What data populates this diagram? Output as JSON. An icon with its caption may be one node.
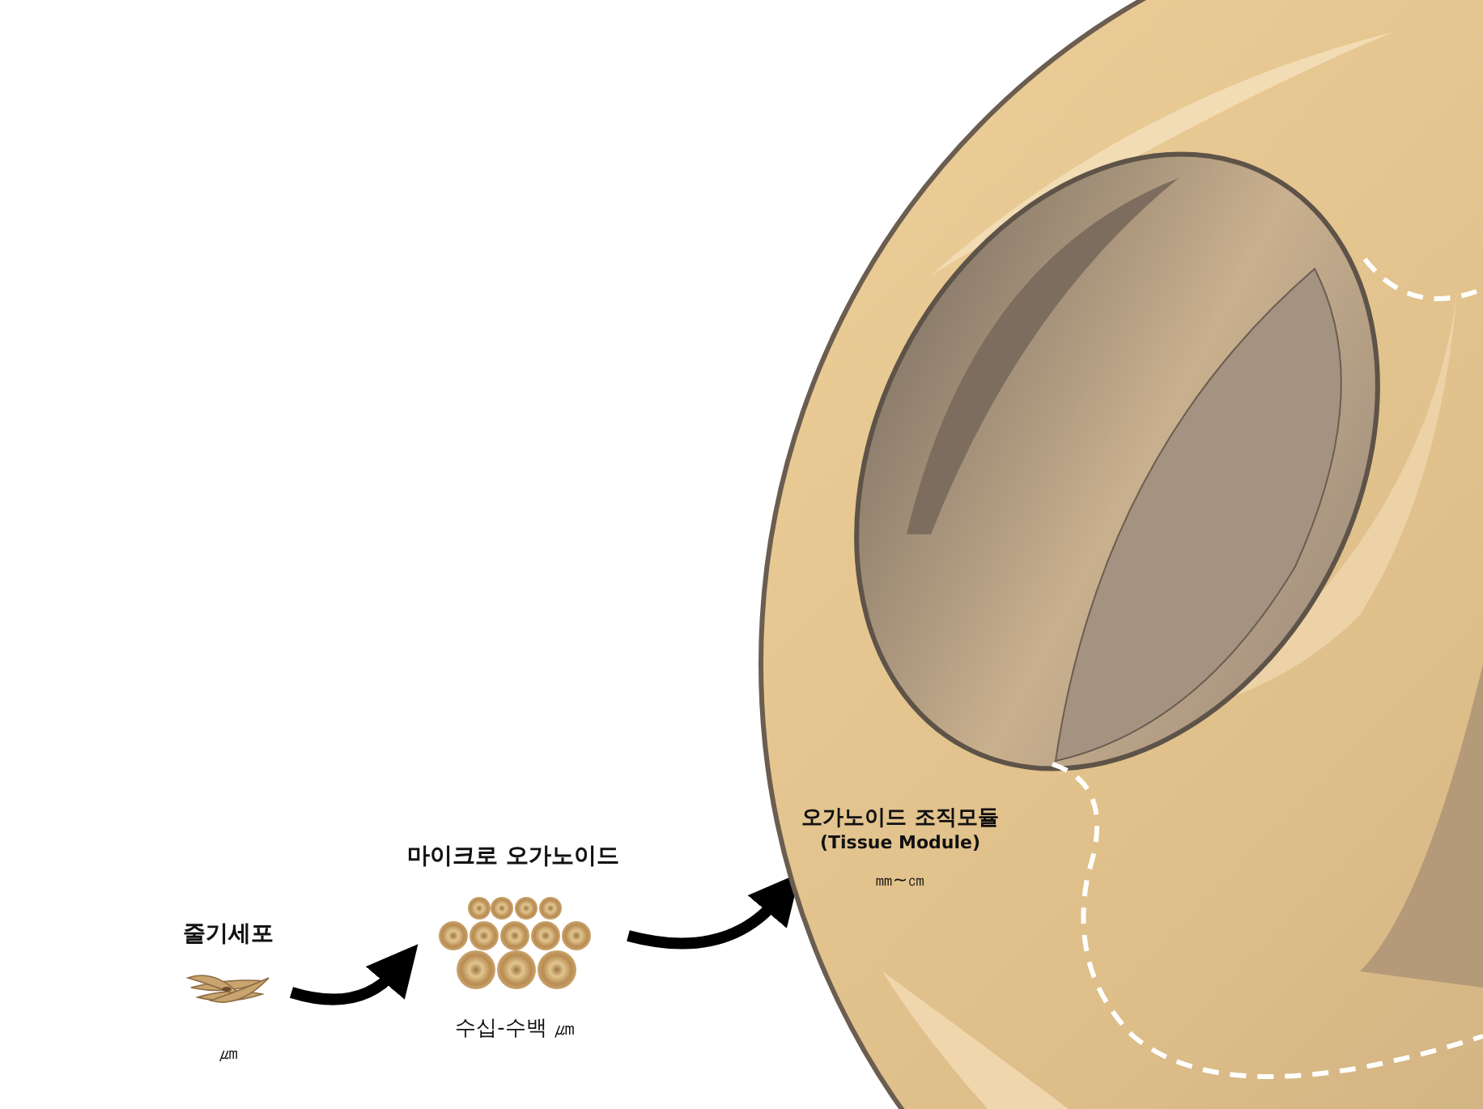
{
  "diagram": {
    "nodes": [
      {
        "text": [
          "줄기세포",
          "㎛"
        ]
      },
      {
        "text": [
          "마이크로 오가노이드",
          "수십-수백 ㎛"
        ]
      },
      {
        "text": [
          "오가노이드 조직모듈",
          "(Tissue Module)",
          "㎜~㎝"
        ]
      }
    ],
    "edges": [
      {
        "from": 0,
        "to": 1,
        "arrow": "to"
      },
      {
        "from": 1,
        "to": 2,
        "arrow": "to"
      }
    ]
  }
}
